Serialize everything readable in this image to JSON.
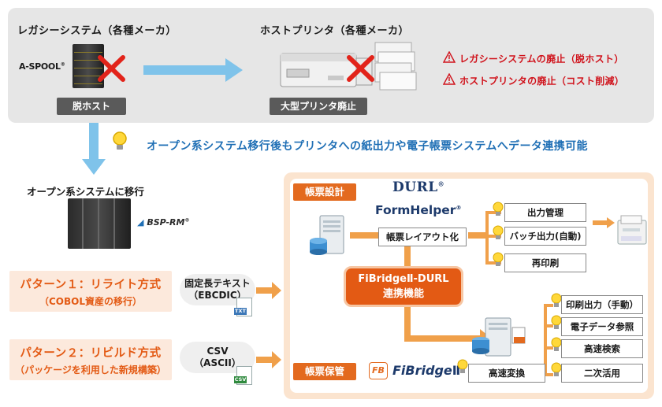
{
  "top": {
    "legacy_title": "レガシーシステム（各種メーカ）",
    "printer_title": "ホストプリンタ（各種メーカ）",
    "aspool_logo": "A-SPOOL",
    "tm_mark": "®",
    "tag_host_exit": "脱ホスト",
    "tag_printer_exit": "大型プリンタ廃止",
    "warnings": [
      "レガシーシステムの廃止（脱ホスト）",
      "ホストプリンタの廃止（コスト削減）"
    ],
    "warning_icon": "warning-triangle-icon"
  },
  "headline": "オープン系システム移行後もプリンタへの紙出力や電子帳票システムへデータ連携可能",
  "left": {
    "open_title": "オープン系システムに移行",
    "bsp_logo": "BSP-RM",
    "pattern1_main": "パターン１：リライト方式",
    "pattern1_sub": "（COBOL資産の移行）",
    "pattern2_main": "パターン２：リビルド方式",
    "pattern2_sub": "（パッケージを利用した新規構築）",
    "bubble1_line1": "固定長テキスト",
    "bubble1_line2": "（EBCDIC）",
    "bubble2_line1": "CSV",
    "bubble2_line2": "（ASCII）",
    "file1_tag": "TXT",
    "file2_tag": "CSV"
  },
  "right": {
    "label_design": "帳票設計",
    "label_storage": "帳票保管",
    "durl_logo": "DURL",
    "durl_tm": "®",
    "formhelper_logo": "FormHelper",
    "fh_tm": "®",
    "fibridge_logo": "FiBridge",
    "fibridge_mark": "Ⅱ",
    "fb_icon_text": "FB",
    "layout_box": "帳票レイアウト化",
    "center_line1": "FiBridgeⅡ-DURL",
    "center_line2": "連携機能",
    "top_items": [
      "出力管理",
      "バッチ出力(自動)",
      "再印刷"
    ],
    "bottom_items": [
      "印刷出力（手動）",
      "電子データ参照",
      "高速検索",
      "二次活用"
    ],
    "fast_convert": "高速変換"
  },
  "colors": {
    "accent_orange": "#e35a14",
    "accent_blue": "#1f6fb5",
    "warning_red": "#d0121b",
    "arrow_blue": "#7fc3ea",
    "arrow_orange": "#f0a04a"
  }
}
